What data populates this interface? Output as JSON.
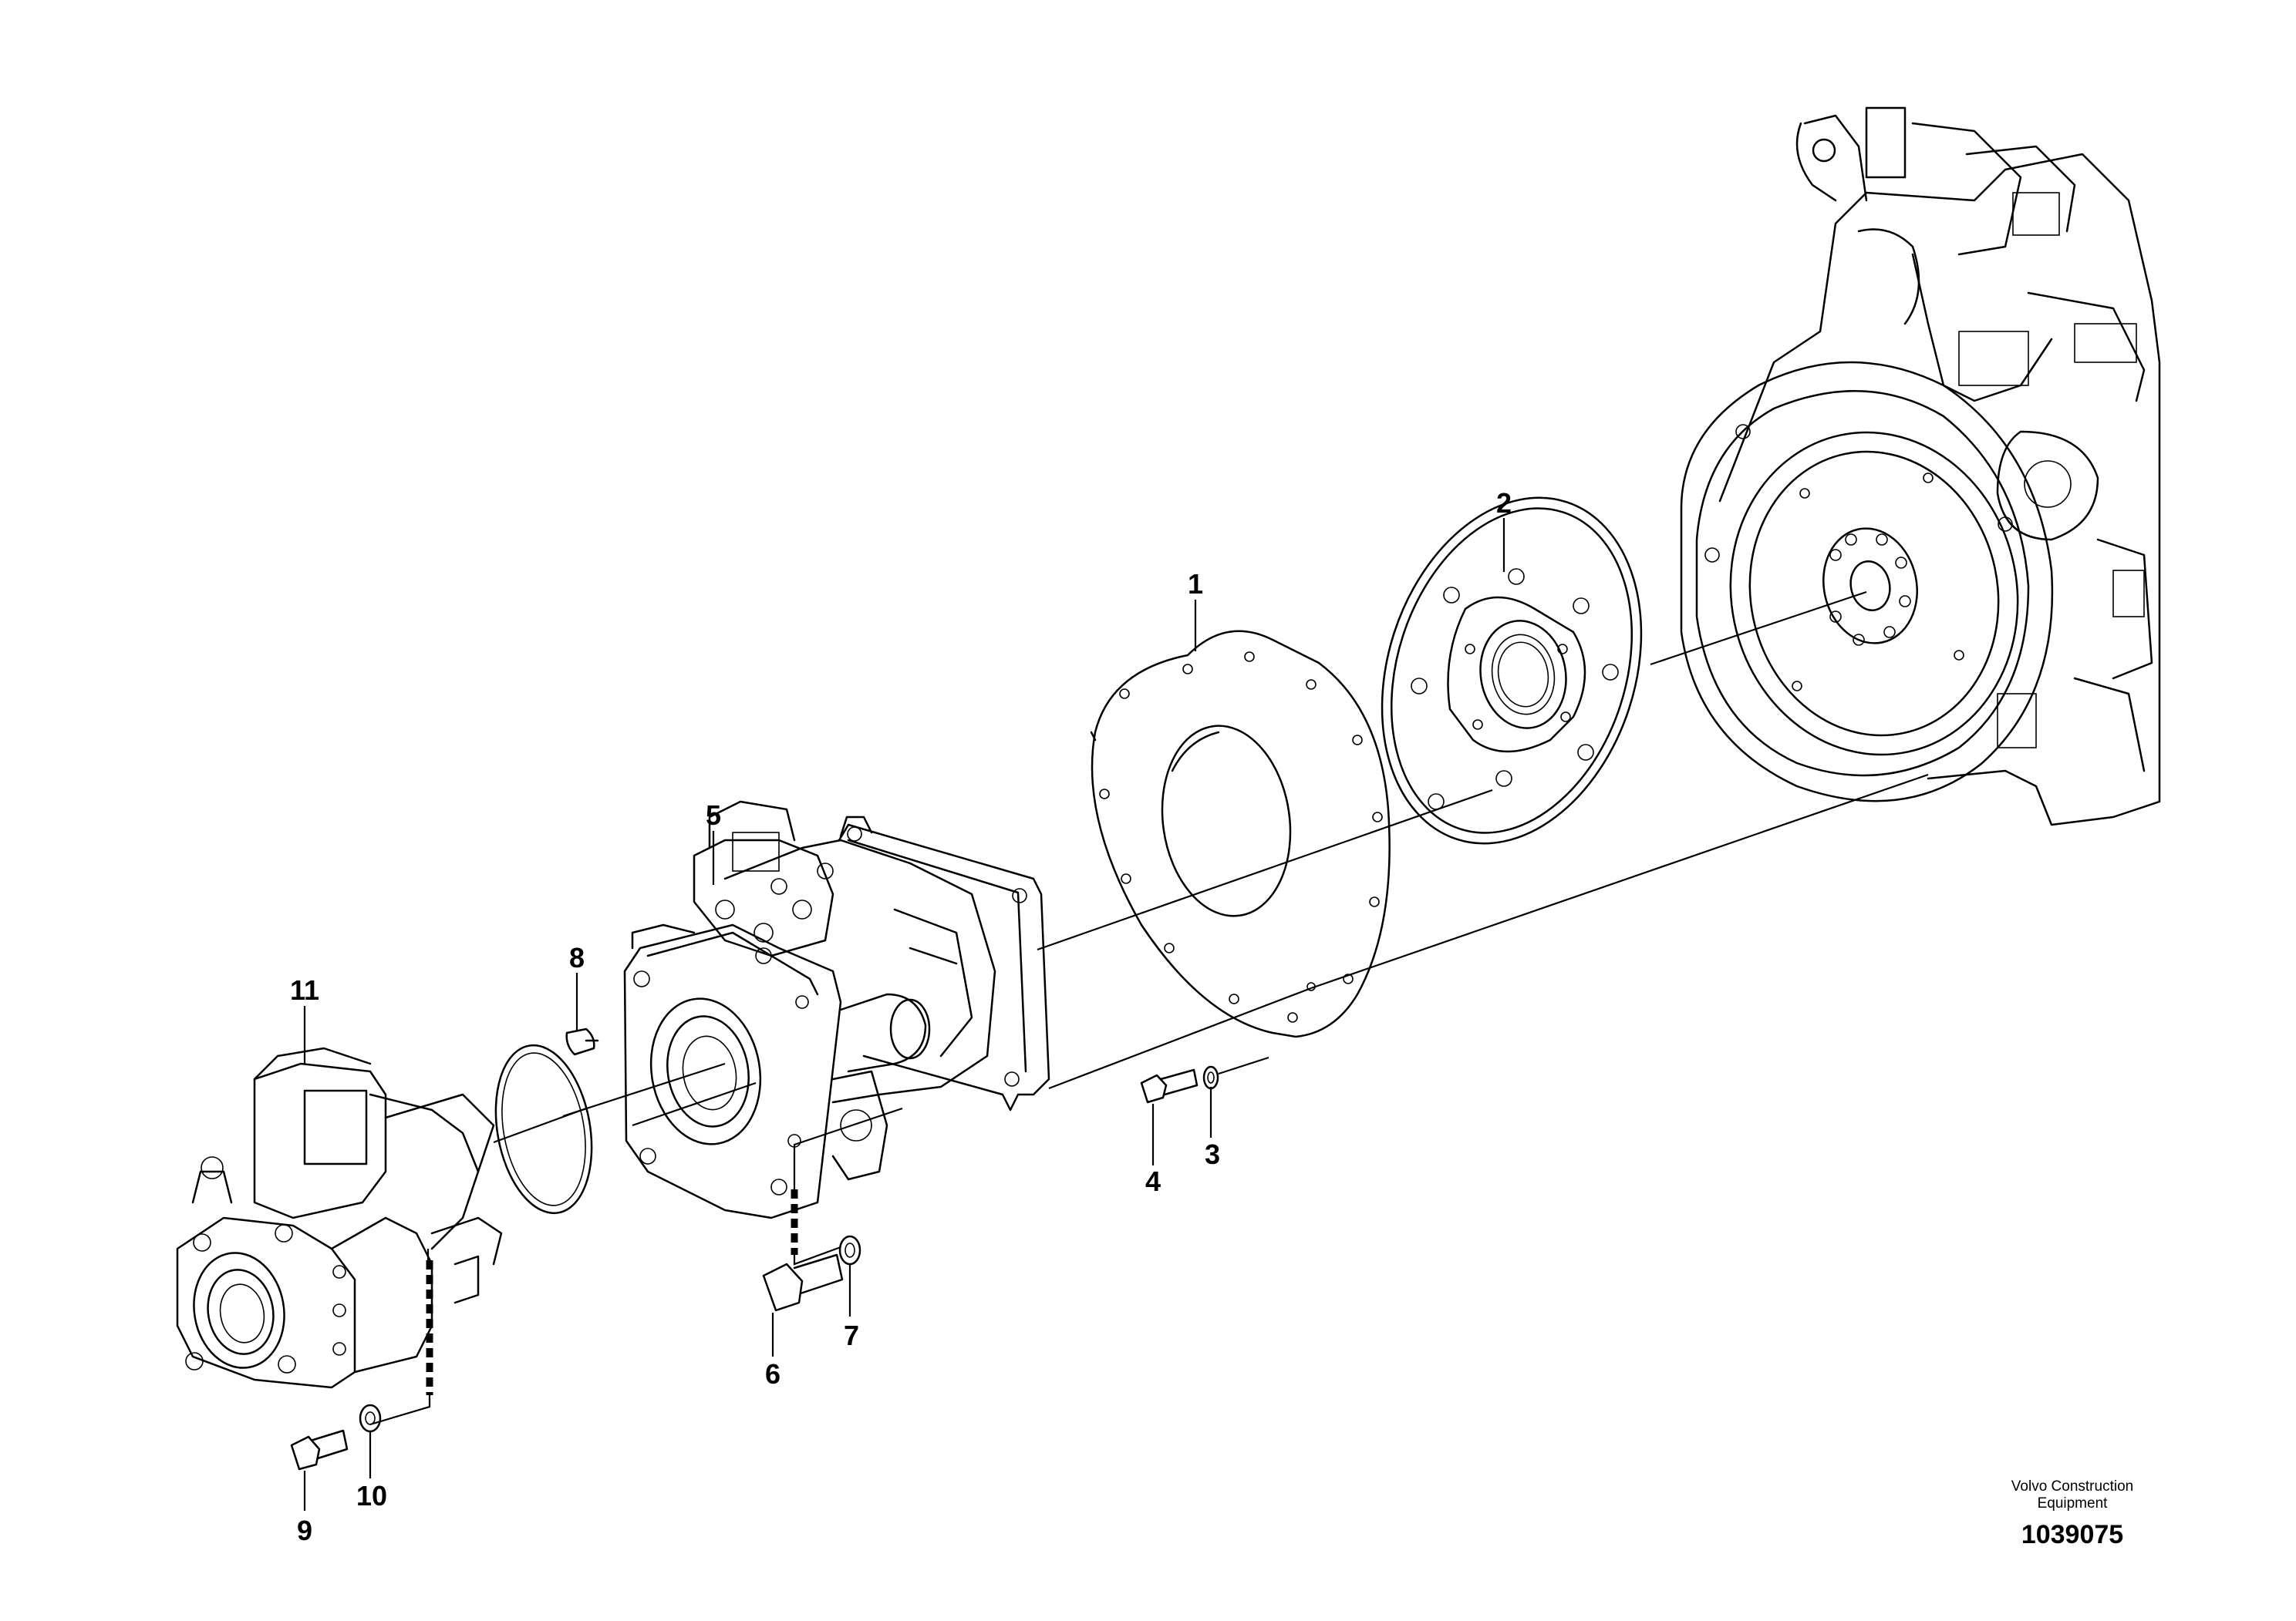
{
  "callouts": [
    "1",
    "2",
    "3",
    "4",
    "5",
    "6",
    "7",
    "8",
    "9",
    "10",
    "11"
  ],
  "credit": {
    "line1": "Volvo Construction",
    "line2": "Equipment"
  },
  "drawing_number": "1039075"
}
